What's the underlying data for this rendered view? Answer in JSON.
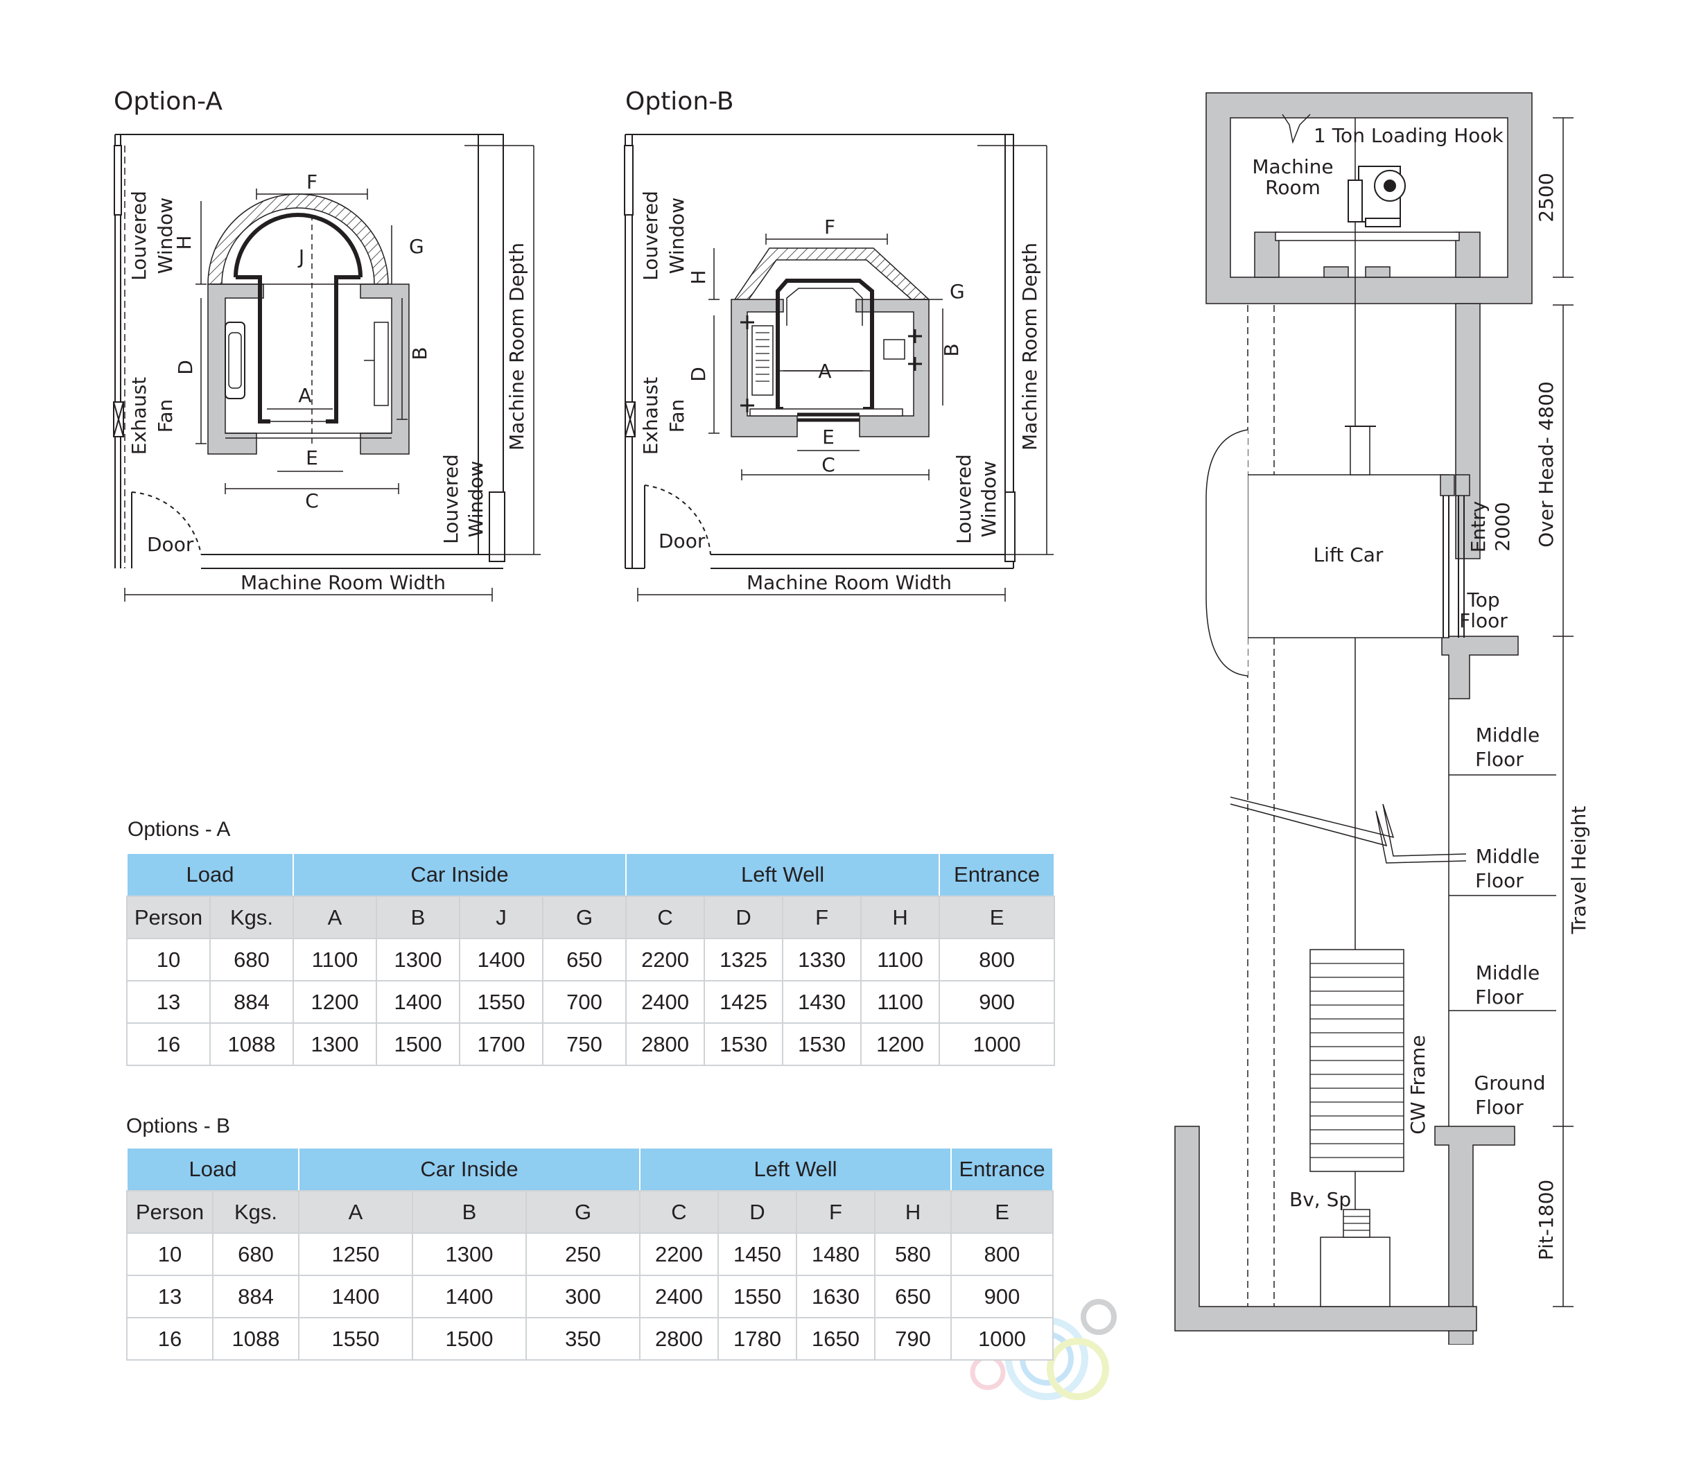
{
  "option_a": {
    "title": "Option-A",
    "labels": {
      "louvered_window_top": [
        "Louvered",
        "Window"
      ],
      "exhaust_fan": [
        "Exhaust",
        "Fan"
      ],
      "door": "Door",
      "louvered_window_bottom": [
        "Louvered",
        "Window"
      ],
      "machine_room_depth": "Machine Room Depth",
      "machine_room_width": "Machine Room Width",
      "dims": {
        "F": "F",
        "G": "G",
        "H": "H",
        "J": "J",
        "D": "D",
        "B": "B",
        "A": "A",
        "E": "E",
        "C": "C"
      }
    }
  },
  "option_b": {
    "title": "Option-B",
    "labels": {
      "louvered_window_top": [
        "Louvered",
        "Window"
      ],
      "exhaust_fan": [
        "Exhaust",
        "Fan"
      ],
      "door": "Door",
      "louvered_window_bottom": [
        "Louvered",
        "Window"
      ],
      "machine_room_depth": "Machine Room Depth",
      "machine_room_width": "Machine Room Width",
      "dims": {
        "F": "F",
        "G": "G",
        "H": "H",
        "D": "D",
        "B": "B",
        "A": "A",
        "E": "E",
        "C": "C"
      }
    }
  },
  "section": {
    "loading_hook": "1 Ton Loading Hook",
    "machine_room": [
      "Machine",
      "Room"
    ],
    "lift_car": "Lift Car",
    "entry": [
      "Entry",
      "2000"
    ],
    "top_floor": [
      "Top",
      "Floor"
    ],
    "middle_floor": [
      "Middle",
      "Floor"
    ],
    "ground_floor": [
      "Ground",
      "Floor"
    ],
    "cw_frame": "CW Frame",
    "bv_sp": "Bv, Sp",
    "dim_2500": "2500",
    "over_head": "Over Head- 4800",
    "travel_height": "Travel Height",
    "pit": "Pit-1800"
  },
  "table_a": {
    "title": "Options - A",
    "groups": [
      "Load",
      "Car Inside",
      "Left Well",
      "Entrance"
    ],
    "columns": [
      "Person",
      "Kgs.",
      "A",
      "B",
      "J",
      "G",
      "C",
      "D",
      "F",
      "H",
      "E"
    ],
    "rows": [
      [
        "10",
        "680",
        "1100",
        "1300",
        "1400",
        "650",
        "2200",
        "1325",
        "1330",
        "1100",
        "800"
      ],
      [
        "13",
        "884",
        "1200",
        "1400",
        "1550",
        "700",
        "2400",
        "1425",
        "1430",
        "1100",
        "900"
      ],
      [
        "16",
        "1088",
        "1300",
        "1500",
        "1700",
        "750",
        "2800",
        "1530",
        "1530",
        "1200",
        "1000"
      ]
    ]
  },
  "table_b": {
    "title": "Options - B",
    "groups": [
      "Load",
      "Car Inside",
      "Left Well",
      "Entrance"
    ],
    "columns": [
      "Person",
      "Kgs.",
      "A",
      "B",
      "G",
      "C",
      "D",
      "F",
      "H",
      "E"
    ],
    "rows": [
      [
        "10",
        "680",
        "1250",
        "1300",
        "250",
        "2200",
        "1450",
        "1480",
        "580",
        "800"
      ],
      [
        "13",
        "884",
        "1400",
        "1400",
        "300",
        "2400",
        "1550",
        "1630",
        "650",
        "900"
      ],
      [
        "16",
        "1088",
        "1550",
        "1500",
        "350",
        "2800",
        "1780",
        "1650",
        "790",
        "1000"
      ]
    ]
  },
  "colors": {
    "wall": "#c6c7c9",
    "line": "#231f20",
    "header_blue": "#8fcdf1",
    "subheader_gray": "#dcdddf"
  }
}
